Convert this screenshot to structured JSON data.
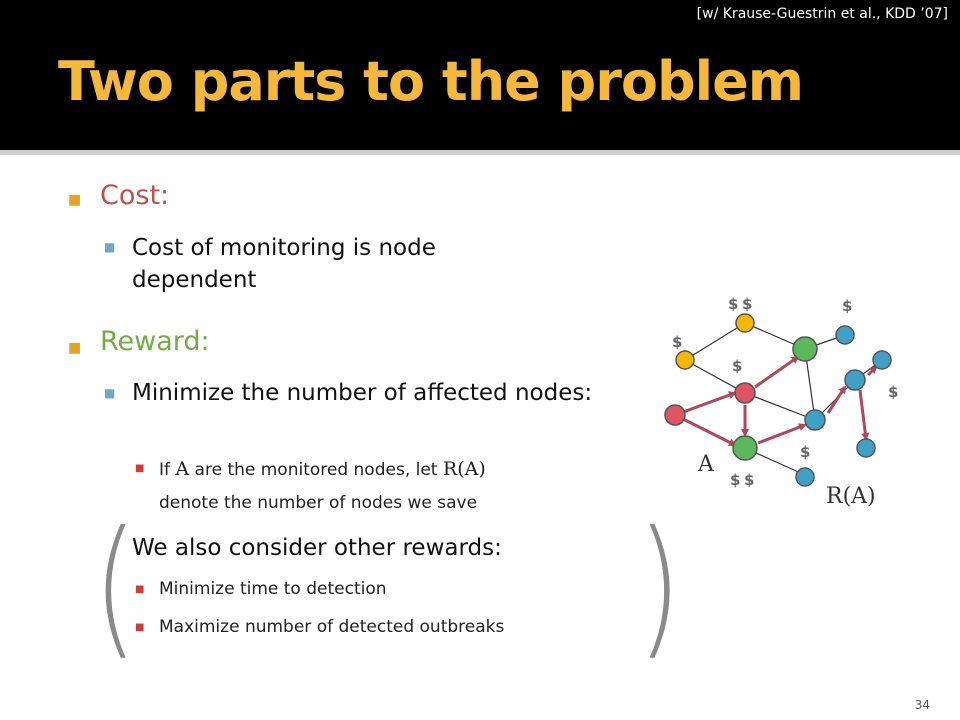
{
  "header": {
    "citation": "[w/ Krause-Guestrin et al., KDD ’07]",
    "title": "Two parts to the problem"
  },
  "bullets": {
    "cost": {
      "label": "Cost:",
      "color": "#c0504d",
      "sub": "Cost of monitoring is node dependent"
    },
    "reward": {
      "label": "Reward:",
      "color": "#70ad47",
      "sub": "Minimize the number of affected nodes:",
      "detail": {
        "p1": "If ",
        "var_a": "A",
        "p2": " are the monitored nodes, let ",
        "var_ra": "R(A)",
        "line2": "denote the number of nodes we save"
      }
    },
    "other": {
      "label": "We also consider other rewards:",
      "items": [
        "Minimize time to detection",
        "Maximize number of detected outbreaks"
      ]
    }
  },
  "parens": {
    "left": "(",
    "right": ")"
  },
  "graph": {
    "label_a": "A",
    "label_ra": "R(A)",
    "dollar": "$",
    "colors": {
      "orange": "#f5b700",
      "green": "#5cb85c",
      "red": "#e05566",
      "blue": "#41a0c8",
      "edge": "#b0475a"
    }
  },
  "page_number": "34"
}
